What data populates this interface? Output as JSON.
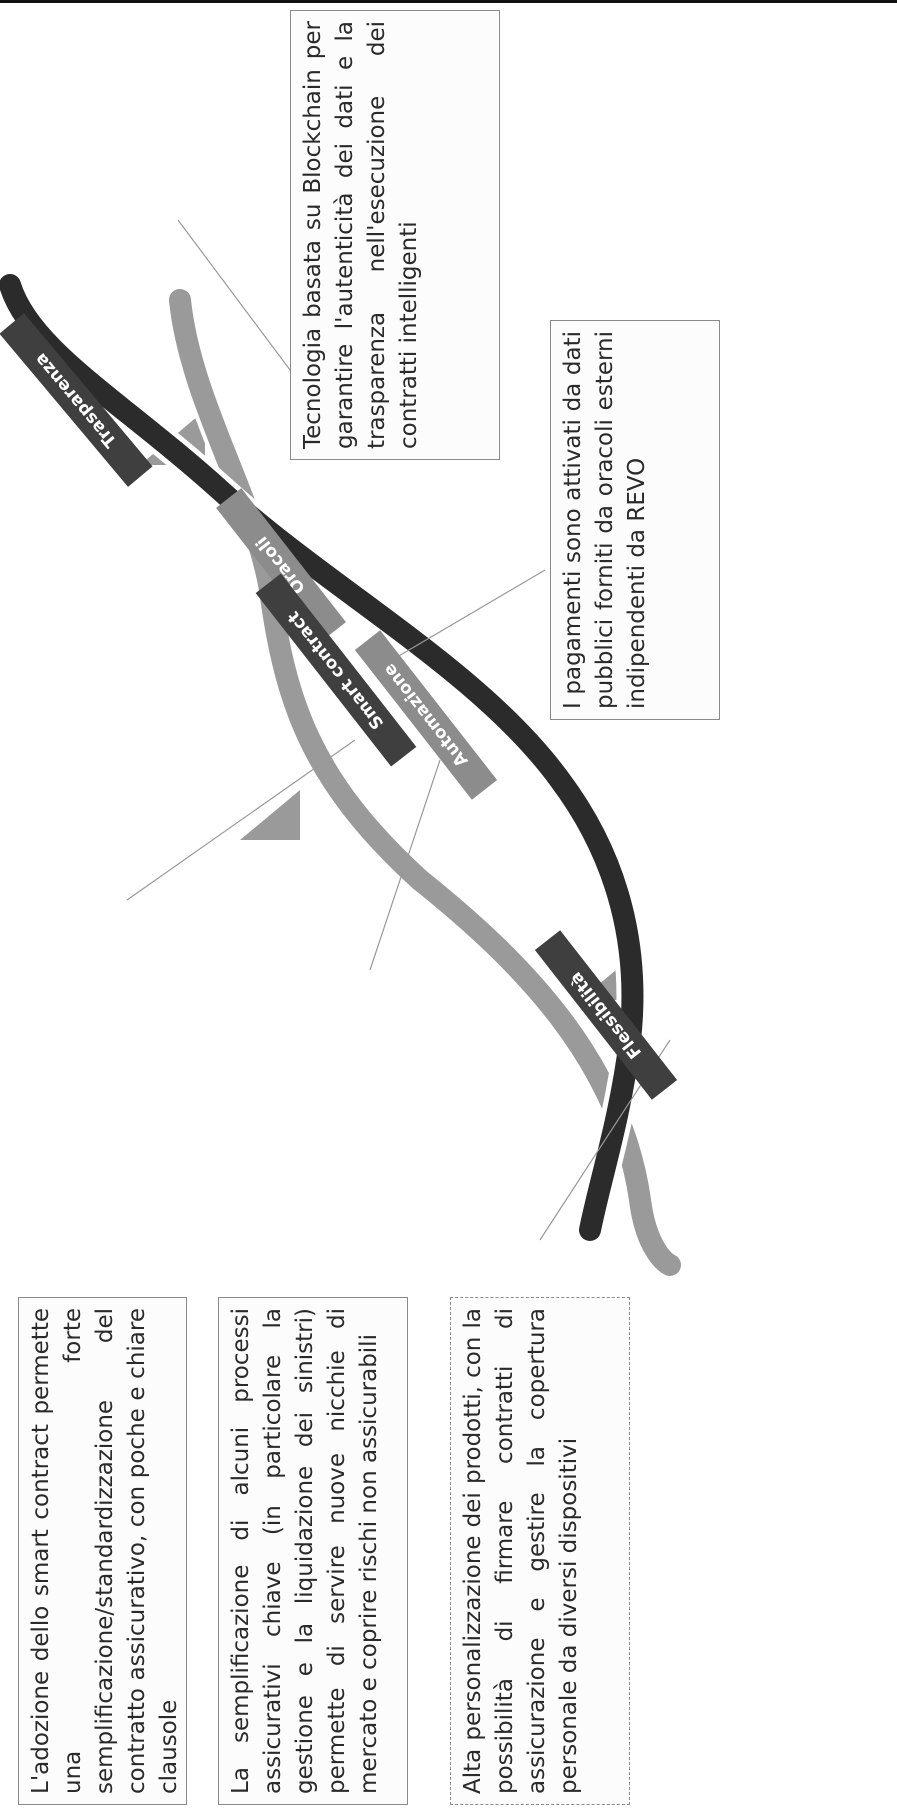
{
  "labels": {
    "trasparenza": "Trasparenza",
    "oracoli": "Oracoli",
    "smart_contract": "Smart contract",
    "automazione": "Automazione",
    "flessibilita": "Flessibilità"
  },
  "boxes": {
    "smart_contract": "L'adozione dello smart contract permette una forte semplificazione/standardizzazione del contratto assicurativo, con poche e chiare clausole",
    "automazione": "La semplificazione di alcuni processi assicurativi chiave (in particolare la gestione e la liquidazione dei sinistri) permette di servire nuove nicchie di mercato e coprire rischi non assicurabili",
    "flessibilita": "Alta personalizzazione dei prodotti, con la possibilità di firmare contratti di assicurazione e gestire la copertura personale da diversi dispositivi",
    "trasparenza": "Tecnologia basata su Blockchain per garantire l'autenticità dei dati e la trasparenza nell'esecuzione dei contratti intelligenti",
    "oracoli": "I pagamenti sono attivati da dati pubblici forniti da oracoli esterni indipendenti da REVO"
  },
  "colors": {
    "dark_strand": "#2b2b2b",
    "light_strand": "#9a9a9a",
    "dark_label": "#3f3f3f",
    "light_label": "#8c8c8c"
  }
}
